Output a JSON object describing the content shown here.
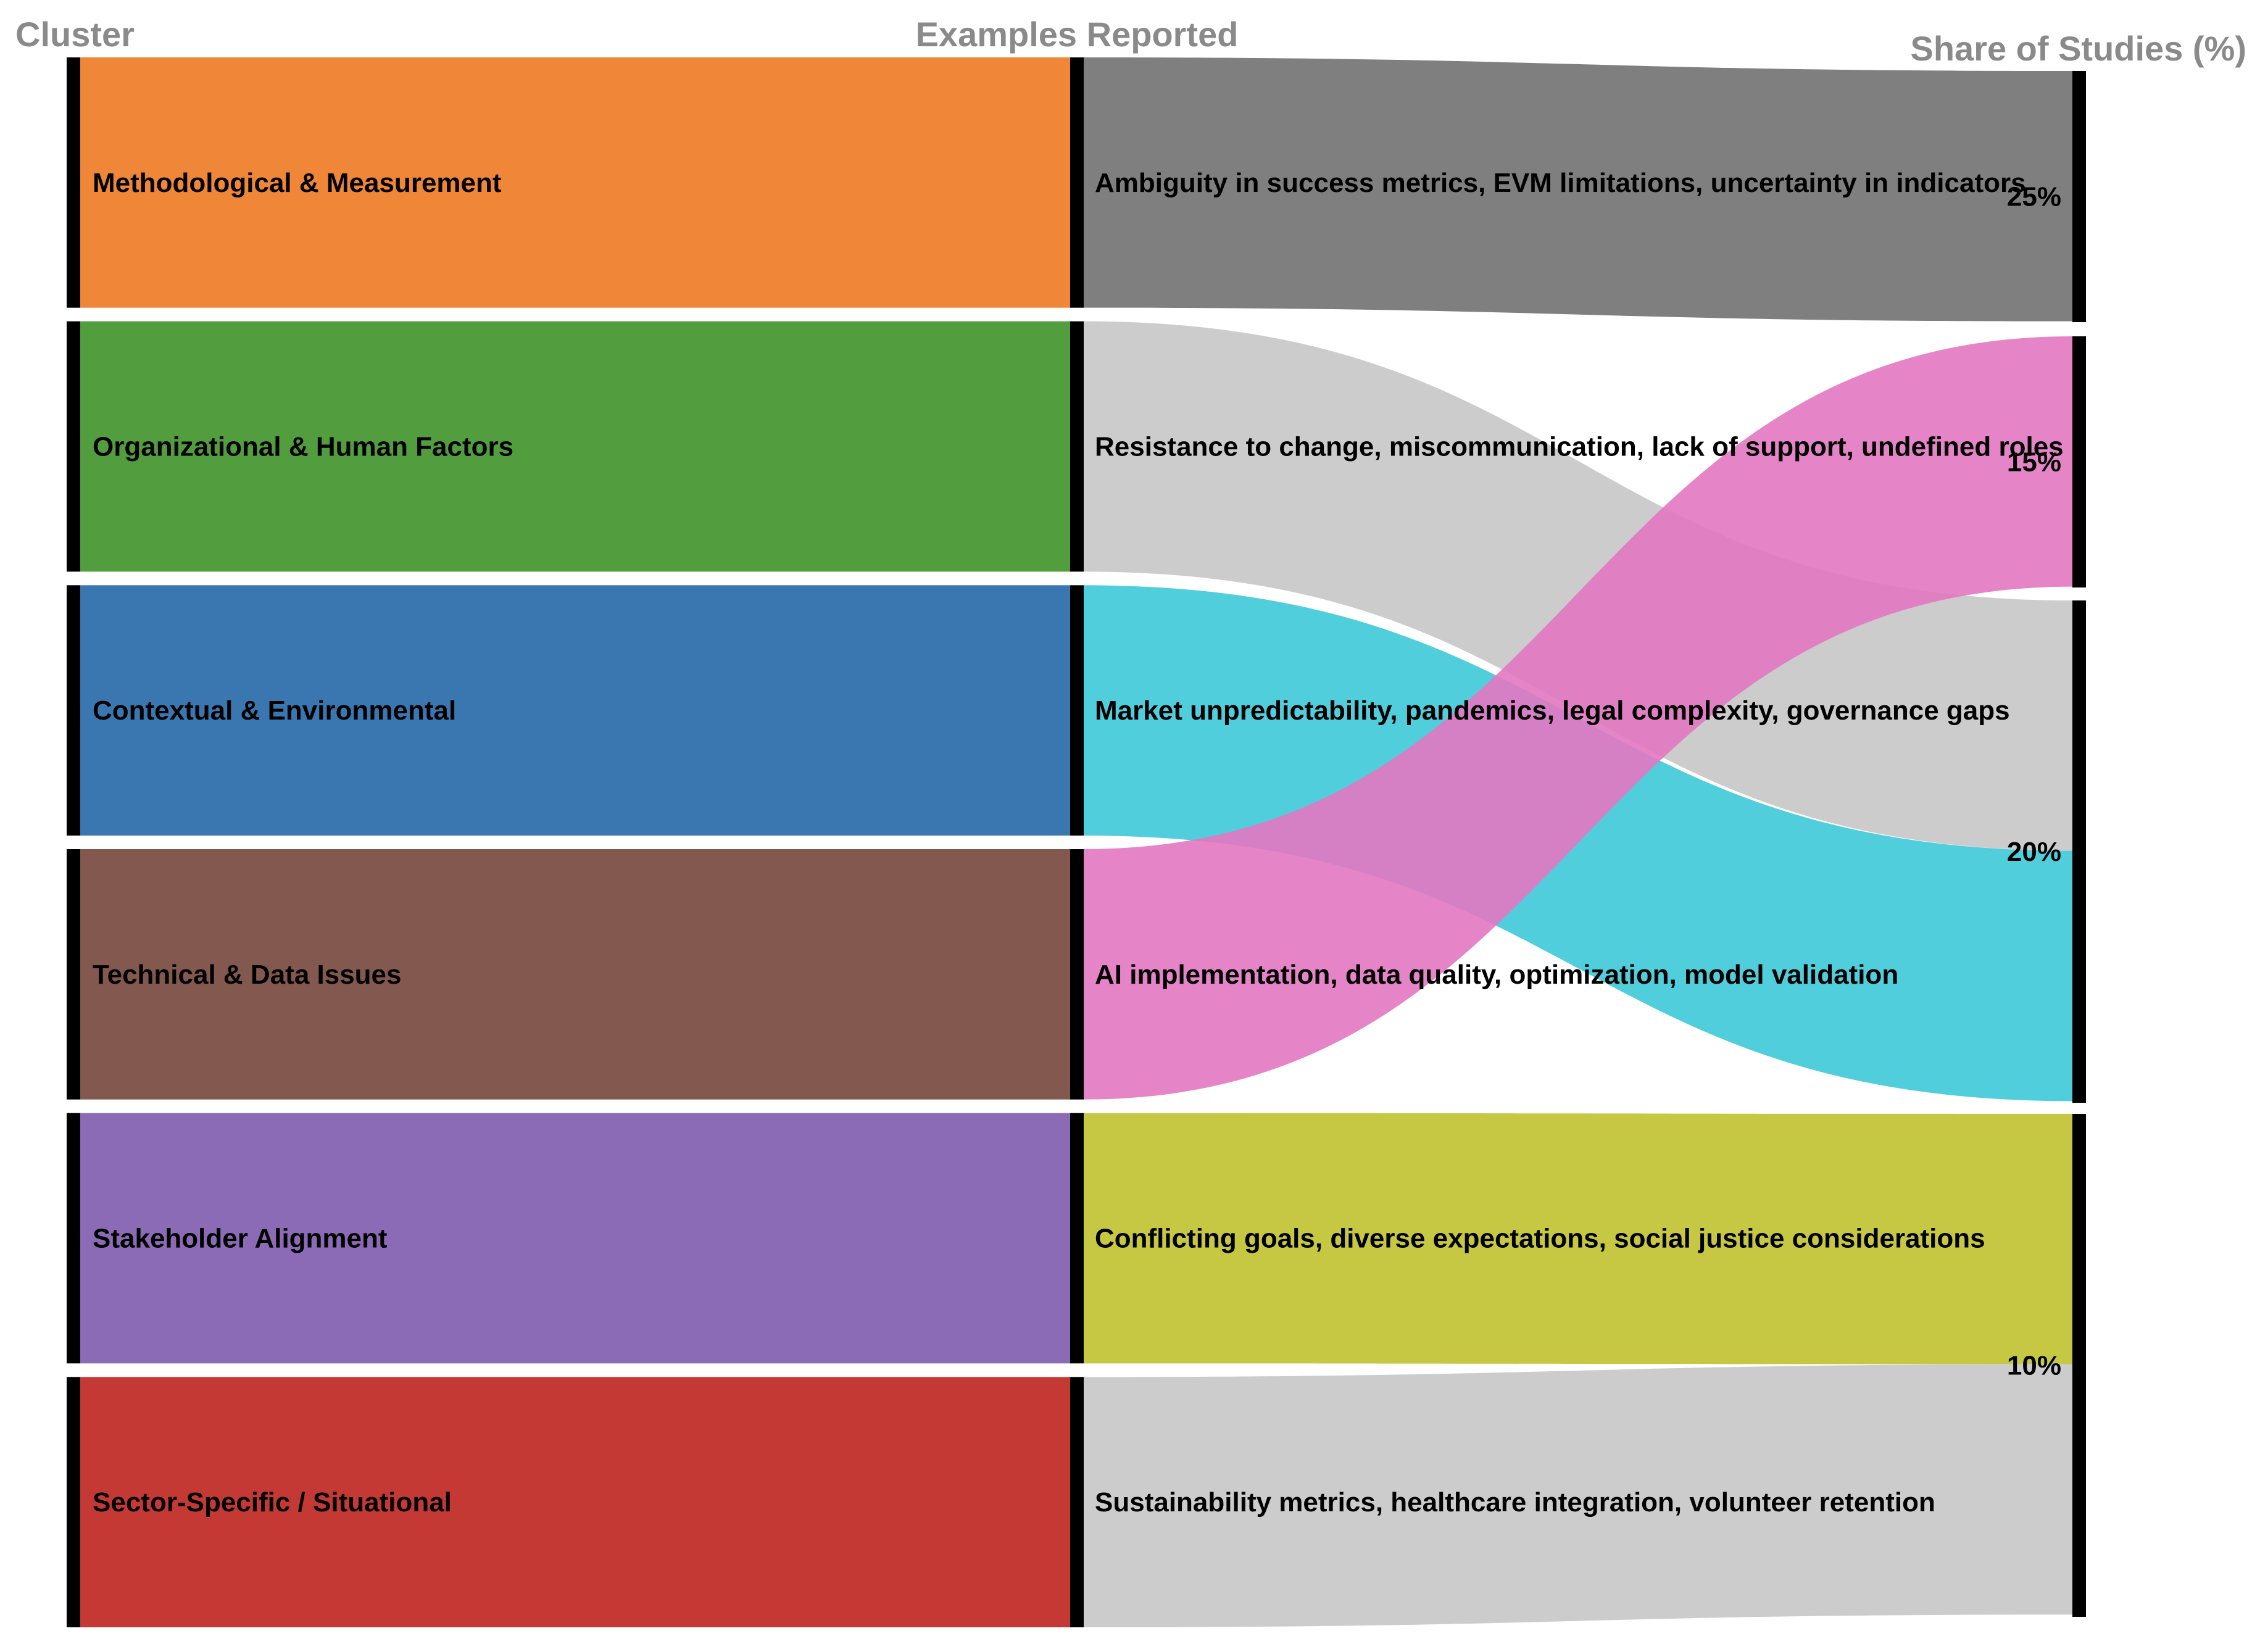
{
  "stages": [
    "Cluster",
    "Examples Reported",
    "Share of Studies (%)"
  ],
  "clusters": [
    {
      "label": "Methodological & Measurement",
      "color": "#f08637"
    },
    {
      "label": "Organizational & Human Factors",
      "color": "#529e3e"
    },
    {
      "label": "Contextual & Environmental",
      "color": "#3a77b0"
    },
    {
      "label": "Technical & Data Issues",
      "color": "#83584e"
    },
    {
      "label": "Stakeholder Alignment",
      "color": "#8c6bb6"
    },
    {
      "label": "Sector-Specific / Situational",
      "color": "#c43934"
    }
  ],
  "examples": [
    {
      "label": "Ambiguity in success metrics, EVM limitations, uncertainty in indicators"
    },
    {
      "label": "Resistance to change, miscommunication, lack of support, undefined roles"
    },
    {
      "label": "Market unpredictability, pandemics, legal complexity, governance gaps"
    },
    {
      "label": "AI implementation, data quality, optimization, model validation"
    },
    {
      "label": "Conflicting goals, diverse expectations, social justice considerations"
    },
    {
      "label": "Sustainability metrics, healthcare integration, volunteer retention"
    }
  ],
  "shares": [
    {
      "label": "25%",
      "value": 25
    },
    {
      "label": "15%",
      "value": 15
    },
    {
      "label": "20%",
      "value": 20
    },
    {
      "label": "10%",
      "value": 10
    }
  ],
  "links": [
    {
      "example": 0,
      "share": 0,
      "color": "#7f7f7f",
      "opacity": 1.0
    },
    {
      "example": 1,
      "share": 2,
      "color": "#c7c7c7",
      "opacity": 0.9
    },
    {
      "example": 2,
      "share": 2,
      "color": "#17becf",
      "opacity": 0.75
    },
    {
      "example": 3,
      "share": 1,
      "color": "#e377c2",
      "opacity": 0.9
    },
    {
      "example": 4,
      "share": 3,
      "color": "#bcbd22",
      "opacity": 0.85
    },
    {
      "example": 5,
      "share": 3,
      "color": "#c7c7c7",
      "opacity": 0.9
    }
  ]
}
